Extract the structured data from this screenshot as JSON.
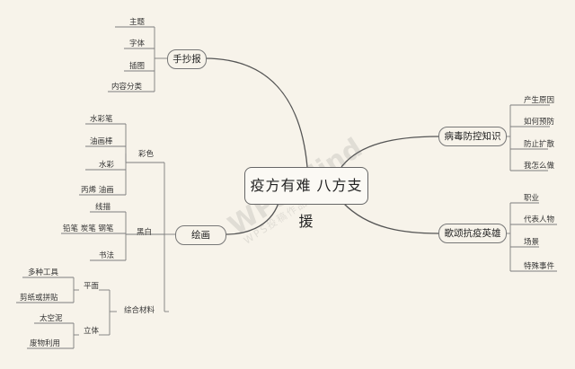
{
  "center": {
    "label": "疫方有难 八方支援"
  },
  "branches": {
    "shouchaobao": {
      "label": "手抄报",
      "children": [
        "主题",
        "字体",
        "插图",
        "内容分类"
      ]
    },
    "huihua": {
      "label": "绘画",
      "groups": {
        "caise": {
          "label": "彩色",
          "children": [
            "水彩笔",
            "油画棒",
            "水彩",
            "丙烯 油画"
          ]
        },
        "heibai": {
          "label": "黑白",
          "children": [
            "线描",
            "铅笔 炭笔 钢笔",
            "书法"
          ]
        },
        "zonghe": {
          "label": "综合材料",
          "pingmian": {
            "label": "平面",
            "children": [
              "多种工具",
              "剪纸或拼贴"
            ]
          },
          "liti": {
            "label": "立体",
            "children": [
              "太空泥",
              "废物利用"
            ]
          }
        }
      }
    },
    "bingdu": {
      "label": "病毒防控知识",
      "children": [
        "产生原因",
        "如何预防",
        "防止扩散",
        "我怎么做"
      ]
    },
    "gesong": {
      "label": "歌颂抗疫英雄",
      "children": [
        "职业",
        "代表人物",
        "场景",
        "特殊事件"
      ]
    }
  },
  "watermark": {
    "brand": "WPS Mind",
    "sub": "WPS投稿作品用于"
  },
  "colors": {
    "line": "#7d7d7d",
    "main_line": "#555555",
    "background": "#f7f3ea"
  }
}
